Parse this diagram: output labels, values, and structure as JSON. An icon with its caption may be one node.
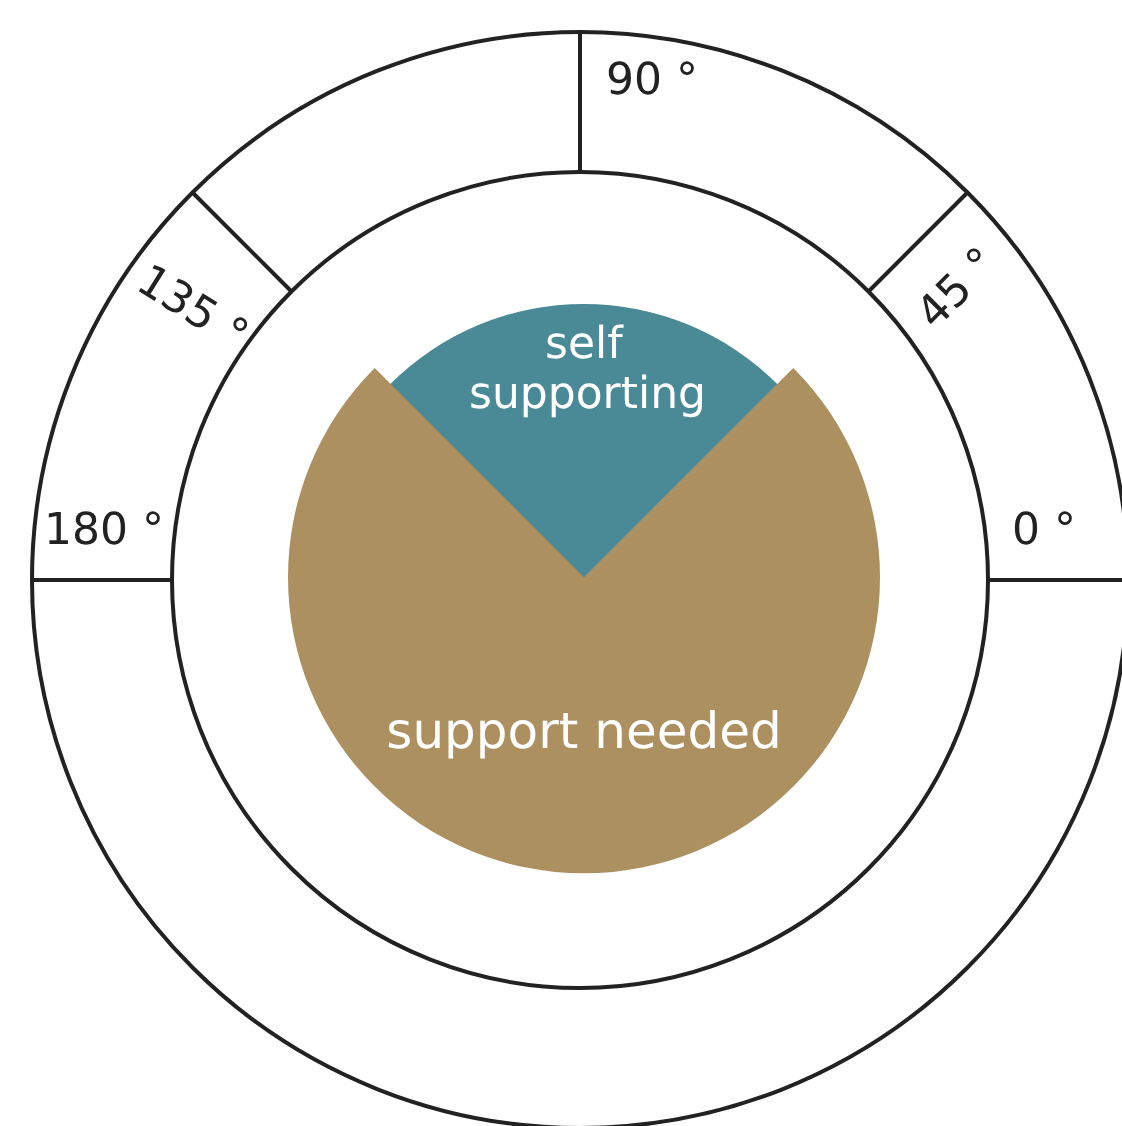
{
  "diagram": {
    "nodes": [
      {
        "text": [
          "self supporting"
        ]
      },
      {
        "text": [
          "support needed"
        ]
      }
    ],
    "labels": [
      "90 °",
      "135 °",
      "45 °",
      "180 °",
      "0 °"
    ]
  }
}
